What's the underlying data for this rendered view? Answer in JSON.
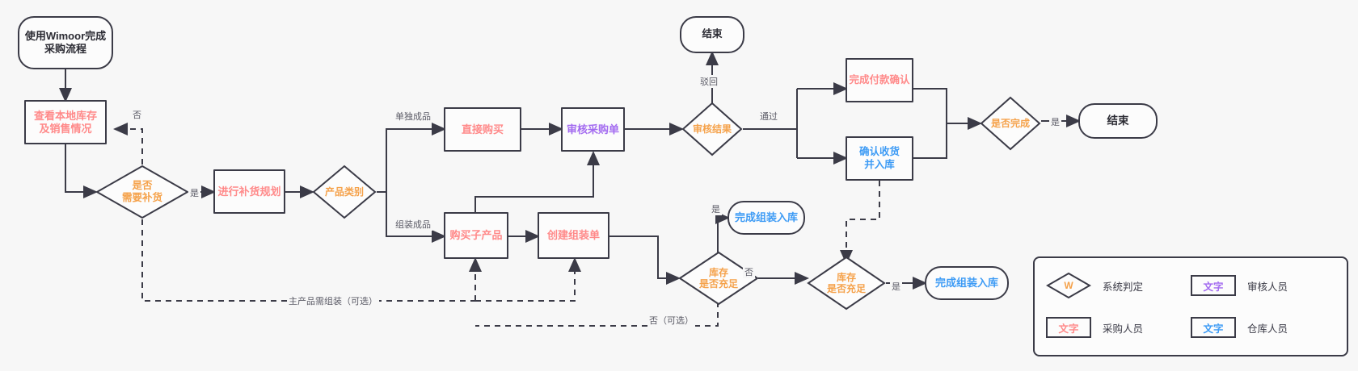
{
  "diagram": {
    "title_node": "使用Wimoor完成\n采购流程",
    "nodes": {
      "start": "使用Wimoor完成\n采购流程",
      "check_stock": "查看本地库存\n及销售情况",
      "need_replenish": "是否\n需要补货",
      "replenish_plan": "进行补货规划",
      "product_type": "产品类别",
      "direct_buy": "直接购买",
      "audit_po": "审核采购单",
      "audit_result": "审核结果",
      "end_top": "结束",
      "payment_confirm": "完成付款确认",
      "receive_stock": "确认收货\n并入库",
      "is_finished": "是否完成",
      "end_right": "结束",
      "buy_sub": "购买子产品",
      "create_kit": "创建组装单",
      "stock_enough_1": "库存\n是否充足",
      "stock_enough_2": "库存\n是否充足",
      "kit_done_1": "完成组装入库",
      "kit_done_2": "完成组装入库"
    },
    "edge_labels": {
      "no_back": "否",
      "yes_replenish": "是",
      "single_product": "单独成品",
      "assembled_product": "组装成品",
      "rejected": "驳回",
      "passed": "通过",
      "yes_finished": "是",
      "yes_kit_1": "是",
      "no_kit_1": "否",
      "yes_kit_2": "是",
      "main_needs_assembly": "主产品需组装（可选）",
      "no_optional": "否（可选）"
    }
  },
  "legend": {
    "system_symbol": "W",
    "system_label": "系统判定",
    "auditor_chip": "文字",
    "auditor_label": "审核人员",
    "buyer_chip": "文字",
    "buyer_label": "采购人员",
    "warehouse_chip": "文字",
    "warehouse_label": "仓库人员"
  },
  "colors": {
    "buyer": "#ff8a8a",
    "auditor": "#a36bf0",
    "warehouse": "#3d9bf5",
    "system": "#f5a24b",
    "stroke": "#3b3b47",
    "background": "#f7f7f7"
  }
}
